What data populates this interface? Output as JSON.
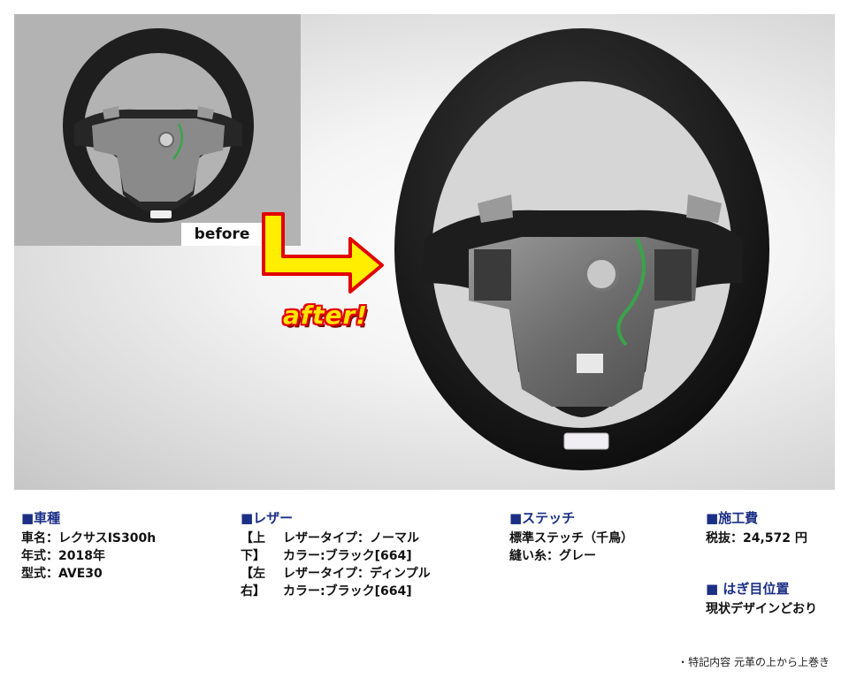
{
  "before_label": "before",
  "after_label": "after!",
  "vehicle": {
    "heading": "■車種",
    "name": "車名：レクサスIS300h",
    "year": "年式：2018年",
    "model": "型式：AVE30"
  },
  "leather": {
    "heading": "■レザー",
    "rows": [
      {
        "tag": "【上下】",
        "type": "レザータイプ：ノーマル",
        "color": "カラー:ブラック[664]"
      },
      {
        "tag": "【左右】",
        "type": "レザータイプ：ディンプル",
        "color": "カラー:ブラック[664]"
      }
    ]
  },
  "stitch": {
    "heading": "■ステッチ",
    "standard": "標準ステッチ（千鳥）",
    "thread": "縫い糸：グレー"
  },
  "cost": {
    "heading": "■施工費",
    "price": "税抜：24,572 円"
  },
  "seam": {
    "heading": "■ はぎ目位置",
    "value": "現状デザインどおり"
  },
  "footnote": "・特記内容 元革の上から上巻き",
  "colors": {
    "heading_blue": "#1b2f85",
    "arrow_yellow": "#ffee00",
    "arrow_red": "#e20000"
  }
}
